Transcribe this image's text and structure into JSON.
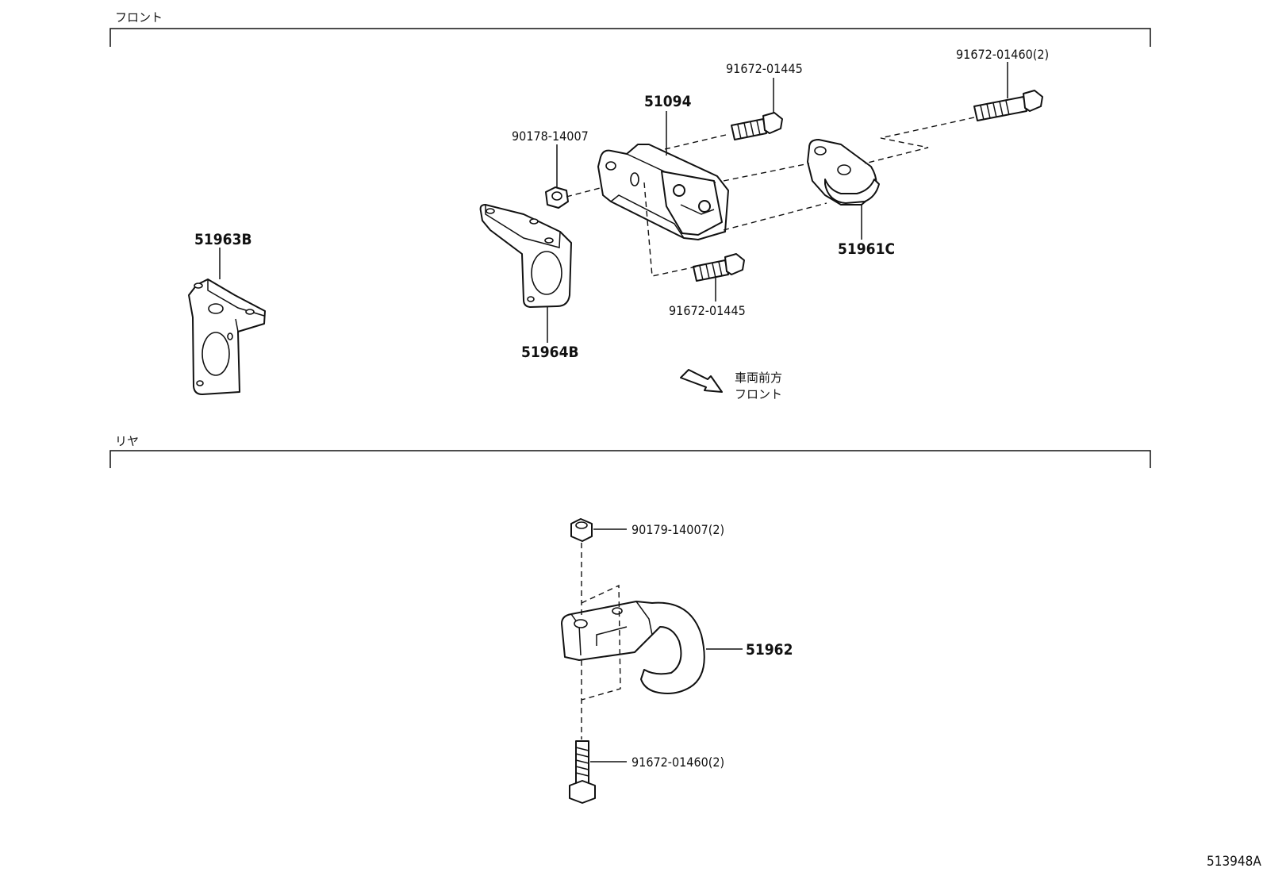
{
  "sections": {
    "front": {
      "label": "フロント"
    },
    "rear": {
      "label": "リヤ"
    }
  },
  "front_parts": {
    "bracket_left": "51963B",
    "bracket_center": "51964B",
    "bracket_main": "51094",
    "hook_front": "51961C",
    "nut_front": "90178-14007",
    "bolt_top": "91672-01445",
    "bolt_bottom": "91672-01445",
    "bolt_long": "91672-01460(2)"
  },
  "direction": {
    "line1": "車両前方",
    "line2": "フロント"
  },
  "rear_parts": {
    "nut": "90179-14007(2)",
    "hook": "51962",
    "bolt": "91672-01460(2)"
  },
  "illustration_code": "513948A"
}
